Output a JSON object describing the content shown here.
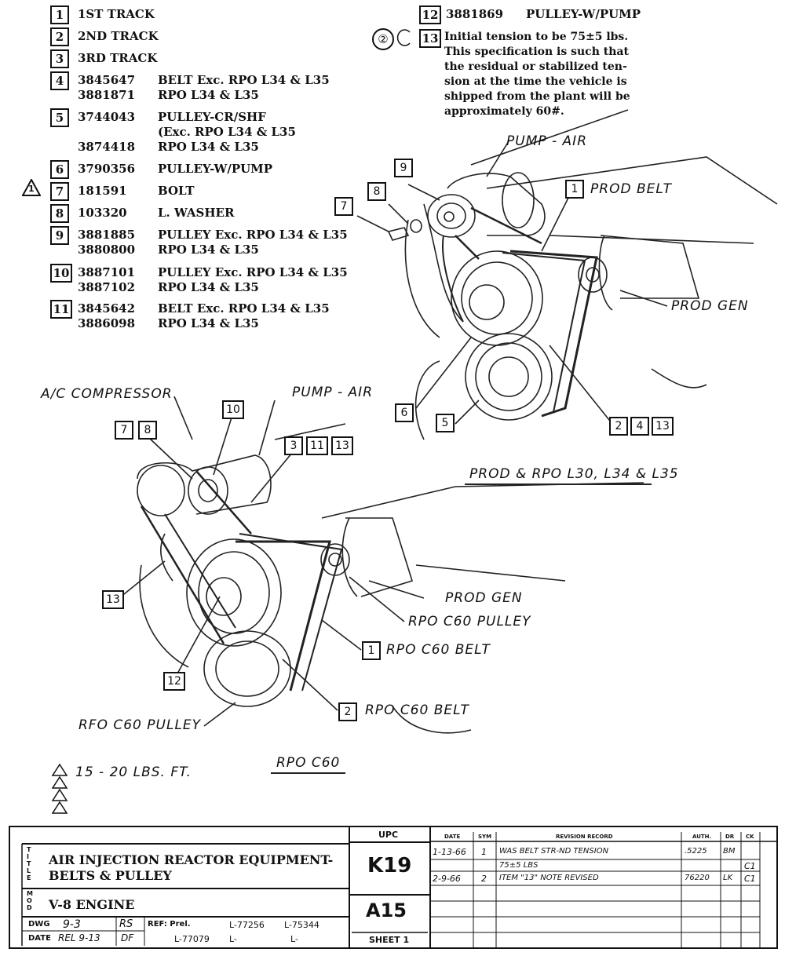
{
  "parts": [
    {
      "num": "1",
      "part": "",
      "desc": "1ST TRACK"
    },
    {
      "num": "2",
      "part": "",
      "desc": "2ND TRACK"
    },
    {
      "num": "3",
      "part": "",
      "desc": "3RD TRACK"
    },
    {
      "num": "4",
      "part": "3845647",
      "desc": "BELT Exc. RPO L34 & L35",
      "part2": "3881871",
      "desc2": "RPO L34 & L35"
    },
    {
      "num": "5",
      "part": "3744043",
      "desc": "PULLEY-CR/SHF",
      "desc_b": "(Exc. RPO L34 & L35",
      "part2": "3874418",
      "desc2": "RPO L34 & L35"
    },
    {
      "num": "6",
      "part": "3790356",
      "desc": "PULLEY-W/PUMP"
    },
    {
      "num": "7",
      "part": "181591",
      "desc": "BOLT"
    },
    {
      "num": "8",
      "part": "103320",
      "desc": "L. WASHER"
    },
    {
      "num": "9",
      "part": "3881885",
      "desc": "PULLEY Exc. RPO L34 & L35",
      "part2": "3880800",
      "desc2": "RPO L34 & L35"
    },
    {
      "num": "10",
      "part": "3887101",
      "desc": "PULLEY Exc.  RPO L34 & L35",
      "part2": "3887102",
      "desc2": "RPO L34 & L35"
    },
    {
      "num": "11",
      "part": "3845642",
      "desc": "BELT Exc. RPO L34 & L35",
      "part2": "3886098",
      "desc2": "RPO L34 & L35"
    },
    {
      "num": "12",
      "part": "3881869",
      "desc": "PULLEY-W/PUMP"
    },
    {
      "num": "13",
      "part": "",
      "desc": ""
    }
  ],
  "note13": [
    "Initial tension to be 75±5 lbs.",
    "This specification is such that",
    "the residual or stabilized ten-",
    "sion at the time the vehicle is",
    "shipped from the plant will be",
    "approximately 60#."
  ],
  "note_symbols": "②",
  "warning_symbol": "1",
  "diagram_top": {
    "pump_air": "PUMP - AIR",
    "prod_belt": "PROD BELT",
    "prod_gen": "PROD GEN",
    "caption": "PROD & RPO L30, L34 & L35",
    "callouts": [
      "9",
      "8",
      "7",
      "1",
      "6",
      "5",
      "2",
      "4",
      "13"
    ]
  },
  "diagram_bottom": {
    "ac_compressor": "A/C COMPRESSOR",
    "pump_air": "PUMP - AIR",
    "prod_gen": "PROD GEN",
    "rpo_c60_pulley": "RPO C60 PULLEY",
    "rpo_c60_belt_1": "RPO C60 BELT",
    "rpo_c60_belt_2": "RPO C60 BELT",
    "rfo_c60_pulley": "RFO C60 PULLEY",
    "caption": "RPO C60",
    "callouts": [
      "7",
      "8",
      "10",
      "3",
      "11",
      "13",
      "13",
      "12",
      "1",
      "2"
    ]
  },
  "torque": "15 - 20  LBS. FT.",
  "title_block": {
    "title_letters": "TITLE",
    "title": "AIR INJECTION REACTOR EQUIPMENT-",
    "title2": "BELTS & PULLEY",
    "mod_letters": "MOD",
    "model": "V-8 ENGINE",
    "upc_label": "UPC",
    "upc": "K19",
    "group": "A15",
    "dwg_label": "DWG",
    "dwg": "9-3",
    "dwg_init": "RS",
    "date_label": "DATE",
    "date": "REL 9-13",
    "date_init": "DF",
    "ref_label": "REF: Prel.",
    "ref1": "L-77256",
    "ref2": "L-75344",
    "ref3": "L-77079",
    "ref4": "L-",
    "ref5": "L-",
    "sheet": "SHEET 1",
    "rev_headers": {
      "date": "DATE",
      "sym": "SYM",
      "record": "REVISION RECORD",
      "auth": "AUTH.",
      "dr": "DR",
      "ck": "CK"
    },
    "revisions": [
      {
        "date": "1-13-66",
        "sym": "1",
        "record": "WAS BELT STR-ND TENSION",
        "auth": ".5225",
        "dr": "BM",
        "ck": ""
      },
      {
        "date": "",
        "sym": "",
        "record": "75±5 LBS",
        "auth": "",
        "dr": "",
        "ck": "C1"
      },
      {
        "date": "2-9-66",
        "sym": "2",
        "record": "ITEM \"13\" NOTE REVISED",
        "auth": "76220",
        "dr": "LK",
        "ck": "C1"
      }
    ]
  }
}
